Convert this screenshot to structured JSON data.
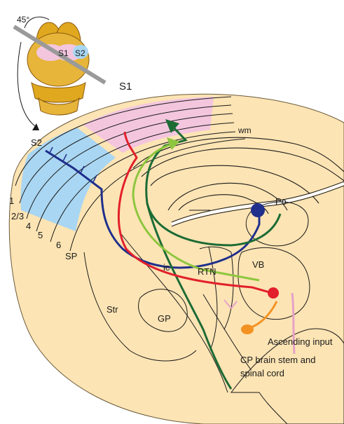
{
  "inset": {
    "angle": "45°",
    "s1": "S1",
    "s2": "S2"
  },
  "regions": {
    "s1": "S1",
    "s2": "S2",
    "wm": "wm",
    "po": "Po",
    "ic": "ic",
    "rtn": "RTN",
    "vb": "VB",
    "str": "Str",
    "gp": "GP"
  },
  "layers": [
    "1",
    "2/3",
    "4",
    "5",
    "6",
    "SP"
  ],
  "annotations": {
    "ascending": "Ascending input",
    "cp_line1": "CP brain stem and",
    "cp_line2": "spinal cord"
  },
  "colors": {
    "tissue": "#fde4b4",
    "s1_band": "#f3c6de",
    "s2_band": "#a9d6f2",
    "dark_green": "#1c6b35",
    "light_green": "#8dc63f",
    "red": "#e2202c",
    "blue": "#1f2f8c",
    "orange": "#f39223",
    "pink": "#e5a2c8",
    "brain_gold": "#e0a81e"
  }
}
